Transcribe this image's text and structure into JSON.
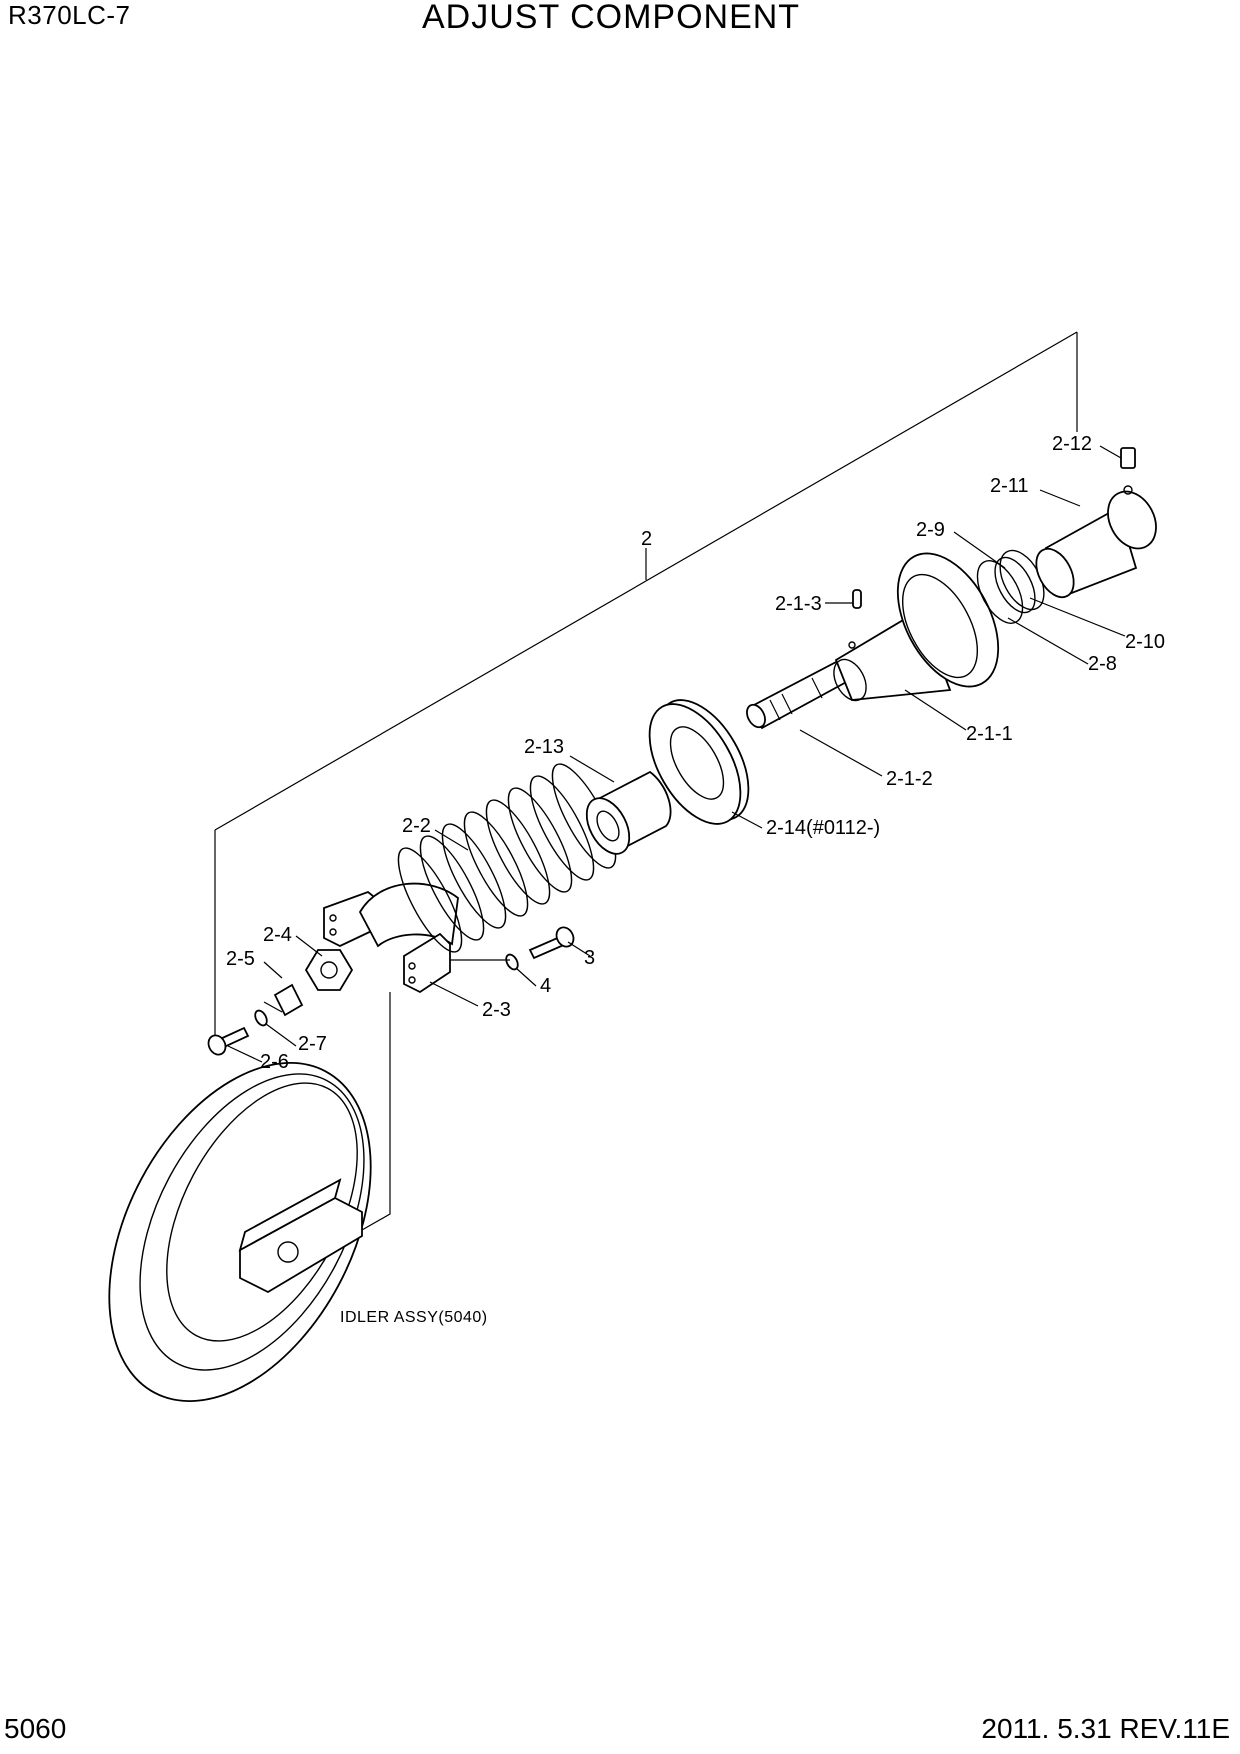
{
  "header": {
    "model": "R370LC-7",
    "title": "ADJUST COMPONENT"
  },
  "footer": {
    "page_number": "5060",
    "revision": "2011. 5.31  REV.11E"
  },
  "callouts": {
    "c2": "2",
    "c2_12": "2-12",
    "c2_11": "2-11",
    "c2_9": "2-9",
    "c2_1_3": "2-1-3",
    "c2_10": "2-10",
    "c2_8": "2-8",
    "c2_1_1": "2-1-1",
    "c2_13": "2-13",
    "c2_1_2": "2-1-2",
    "c2_2": "2-2",
    "c2_14": "2-14(#0112-)",
    "c2_4": "2-4",
    "c2_5": "2-5",
    "c3": "3",
    "c4": "4",
    "c2_3": "2-3",
    "c2_7": "2-7",
    "c2_6": "2-6"
  },
  "notes": {
    "idler": "IDLER ASSY(5040)"
  }
}
